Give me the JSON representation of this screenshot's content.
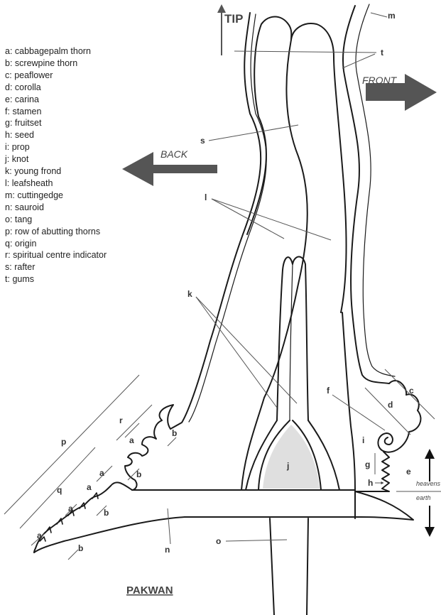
{
  "title": "PAKWAN",
  "directions": {
    "tip": "TIP",
    "front": "FRONT",
    "back": "BACK",
    "heavens": "heavens",
    "earth": "earth"
  },
  "legend": [
    {
      "key": "a",
      "text": "cabbagepalm thorn"
    },
    {
      "key": "b",
      "text": "screwpine thorn"
    },
    {
      "key": "c",
      "text": "peaflower"
    },
    {
      "key": "d",
      "text": "corolla"
    },
    {
      "key": "e",
      "text": "carina"
    },
    {
      "key": "f",
      "text": "stamen"
    },
    {
      "key": "g",
      "text": "fruitset"
    },
    {
      "key": "h",
      "text": "seed"
    },
    {
      "key": "i",
      "text": "prop"
    },
    {
      "key": "j",
      "text": "knot"
    },
    {
      "key": "k",
      "text": "young frond"
    },
    {
      "key": "l",
      "text": "leafsheath"
    },
    {
      "key": "m",
      "text": "cuttingedge"
    },
    {
      "key": "n",
      "text": "sauroid"
    },
    {
      "key": "o",
      "text": "tang"
    },
    {
      "key": "p",
      "text": "row of abutting thorns"
    },
    {
      "key": "q",
      "text": "origin"
    },
    {
      "key": "r",
      "text": "spiritual centre indicator"
    },
    {
      "key": "s",
      "text": "rafter"
    },
    {
      "key": "t",
      "text": "gums"
    }
  ],
  "labels": {
    "a": "a",
    "b": "b",
    "c": "c",
    "d": "d",
    "e": "e",
    "f": "f",
    "g": "g",
    "h": "h",
    "i": "i",
    "j": "j",
    "k": "k",
    "l": "l",
    "m": "m",
    "n": "n",
    "o": "o",
    "p": "p",
    "q": "q",
    "r": "r",
    "s": "s",
    "t": "t"
  },
  "colors": {
    "ink": "#1a1a1a",
    "arrow": "#555555",
    "knot": "#c9c9c9"
  }
}
